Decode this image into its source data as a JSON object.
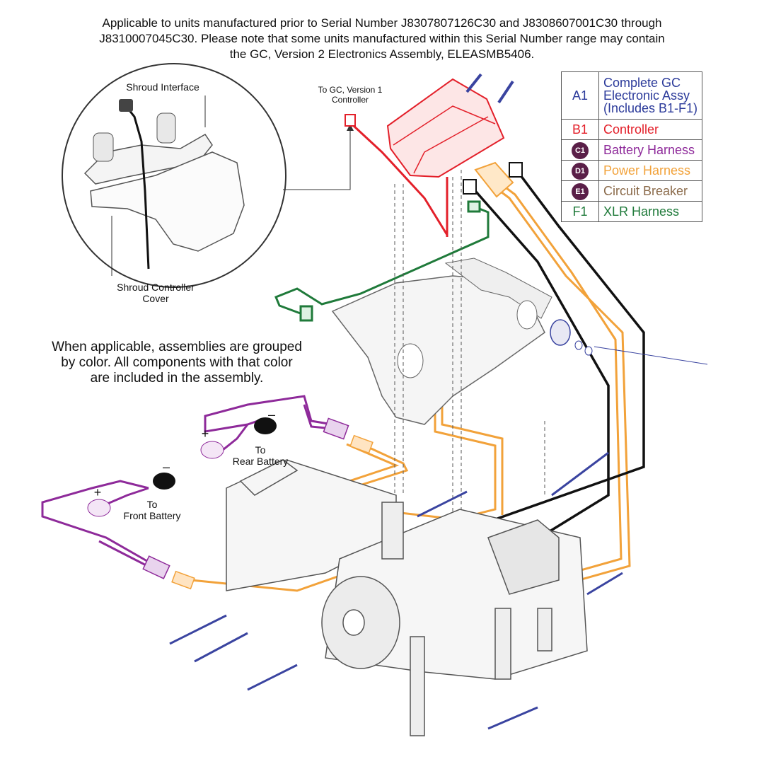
{
  "header": {
    "line1": "Applicable to units manufactured prior to Serial Number J8307807126C30 and J8308607001C30 through",
    "line2": "J8310007045C30. Please note that some units manufactured within this Serial Number range may contain",
    "line3": "the GC, Version 2 Electronics Assembly, ELEASMB5406."
  },
  "note": {
    "line1": "When applicable, assemblies are grouped",
    "line2": "by color. All components with that color",
    "line3": "are included in the assembly."
  },
  "labels": {
    "shroud_interface": "Shroud Interface",
    "shroud_controller_cover_1": "Shroud Controller",
    "shroud_controller_cover_2": "Cover",
    "to_gc_1": "To GC, Version 1",
    "to_gc_2": "Controller",
    "to": "To",
    "rear_battery": "Rear Battery",
    "front_battery": "Front Battery",
    "plus": "+",
    "minus": "–"
  },
  "legend": [
    {
      "code": "A1",
      "name_lines": [
        "Complete GC",
        "Electronic Assy",
        "(Includes B1-F1)"
      ],
      "color": "#2b3a9a"
    },
    {
      "code": "B1",
      "name": "Controller",
      "color": "#e3202a"
    },
    {
      "code": "C1",
      "name": "Battery Harness",
      "color": "#8e2a9a",
      "badge": true
    },
    {
      "code": "D1",
      "name": "Power Harness",
      "color": "#f2a23a",
      "badge": true
    },
    {
      "code": "E1",
      "name": "Circuit Breaker",
      "color": "#8a6a4a",
      "badge": true
    },
    {
      "code": "F1",
      "name": "XLR Harness",
      "color": "#1f7a3a"
    }
  ],
  "colors": {
    "controller": "#e3202a",
    "battery_harness": "#8e2a9a",
    "power_harness": "#f2a23a",
    "xlr_harness": "#1f7a3a",
    "black_cable": "#111111",
    "screw": "#3a44a0",
    "outline": "#555555"
  }
}
